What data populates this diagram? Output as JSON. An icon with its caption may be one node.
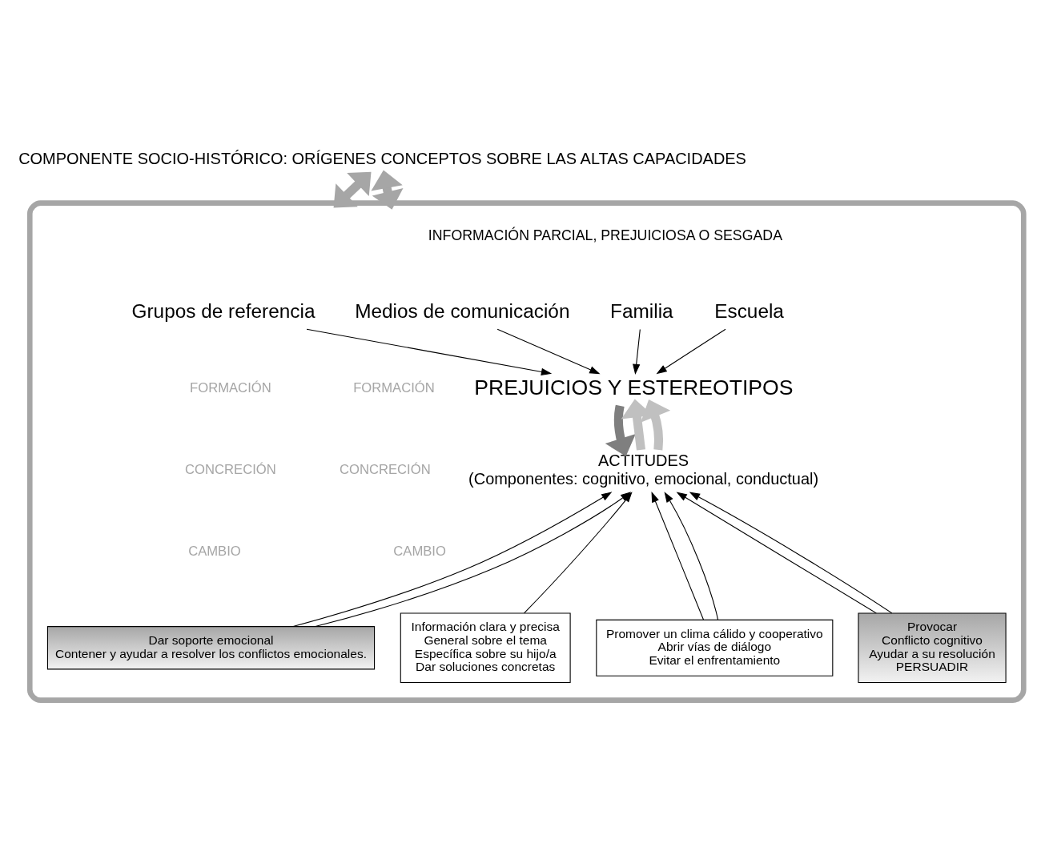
{
  "diagram": {
    "nodes": [
      {
        "text": [
          "COMPONENTE SOCIO-HISTÓRICO: ORÍGENES CONCEPTOS SOBRE LAS ALTAS CAPACIDADES"
        ]
      },
      {
        "text": [],
        "shape": "box"
      },
      {
        "text": [
          "Medios de comunicación"
        ],
        "in": 1
      },
      {
        "text": [
          "Familia"
        ],
        "in": 1
      },
      {
        "text": [
          "Escuela"
        ],
        "in": 1
      },
      {
        "text": [
          "Grupos de referencia"
        ],
        "in": 1
      },
      {
        "text": [
          "PREJUICIOS Y ESTEREOTIPOS"
        ],
        "in": 1
      },
      {
        "text": [
          "ACTITUDES",
          "(Componentes: cognitivo, emocional, conductual)"
        ],
        "in": 1
      },
      {
        "text": [
          "Información clara y precisa",
          "General sobre el tema",
          "Específica sobre su hijo/a",
          "Dar soluciones concretas"
        ],
        "in": 1
      },
      {
        "text": [
          "Provocar",
          "Conflicto cognitivo",
          "Ayudar a su resolución",
          "PERSUADIR"
        ],
        "in": 1
      },
      {
        "text": [
          "Promover un clima cálido y cooperativo",
          "Abrir vías de diálogo",
          "Evitar el enfrentamiento"
        ],
        "in": 1
      },
      {
        "text": [
          "Dar soporte emocional",
          "Contener y ayudar a resolver los conflictos emocionales."
        ],
        "in": 1
      }
    ],
    "edges": [
      {
        "from": 0,
        "to": 1,
        "arrow": "both",
        "style": "thick",
        "color": "#a6a6a6"
      },
      {
        "from": 0,
        "to": 1,
        "arrow": "both",
        "style": "thick",
        "color": "#a6a6a6"
      },
      {
        "from": 2,
        "to": 6,
        "arrow": "to"
      },
      {
        "from": 3,
        "to": 6,
        "arrow": "to"
      },
      {
        "from": 4,
        "to": 6,
        "arrow": "to"
      },
      {
        "from": 5,
        "to": 6,
        "arrow": "to"
      },
      {
        "from": 7,
        "to": 6,
        "arrow": "to",
        "style": "thick",
        "color": "#c0c0c0"
      },
      {
        "from": 6,
        "to": 7,
        "arrow": "to",
        "style": "thick",
        "color": "#7f7f7f"
      },
      {
        "from": 7,
        "to": 6,
        "arrow": "to",
        "style": "thick",
        "color": "#c0c0c0"
      },
      {
        "from": 8,
        "to": 7,
        "arrow": "to"
      },
      {
        "from": 9,
        "to": 7,
        "arrow": "to"
      },
      {
        "from": 9,
        "to": 7,
        "arrow": "to"
      },
      {
        "from": 10,
        "to": 7,
        "arrow": "to"
      },
      {
        "from": 10,
        "to": 7,
        "arrow": "to"
      },
      {
        "from": 11,
        "to": 7,
        "arrow": "to"
      },
      {
        "from": 11,
        "to": 7,
        "arrow": "to"
      }
    ],
    "labels": [
      "INFORMACIÓN PARCIAL, PREJUICIOSA O SESGADA",
      "FORMACIÓN",
      "FORMACIÓN",
      "CONCRECIÓN",
      "CONCRECIÓN",
      "CAMBIO",
      "CAMBIO"
    ]
  }
}
